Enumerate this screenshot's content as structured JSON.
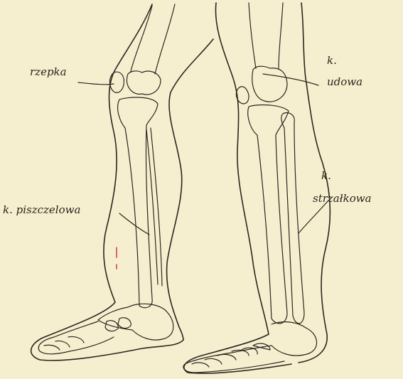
{
  "labels": {
    "patella": "rzepka",
    "femur_line1": "k.",
    "femur_line2": "udowa",
    "tibia": "k. piszczelowa",
    "fibula_line1": "k.",
    "fibula_line2": "strzałkowa"
  },
  "colors": {
    "paper": "#f6efcf",
    "ink": "#2b2620",
    "red_mark": "#d23a3a"
  }
}
